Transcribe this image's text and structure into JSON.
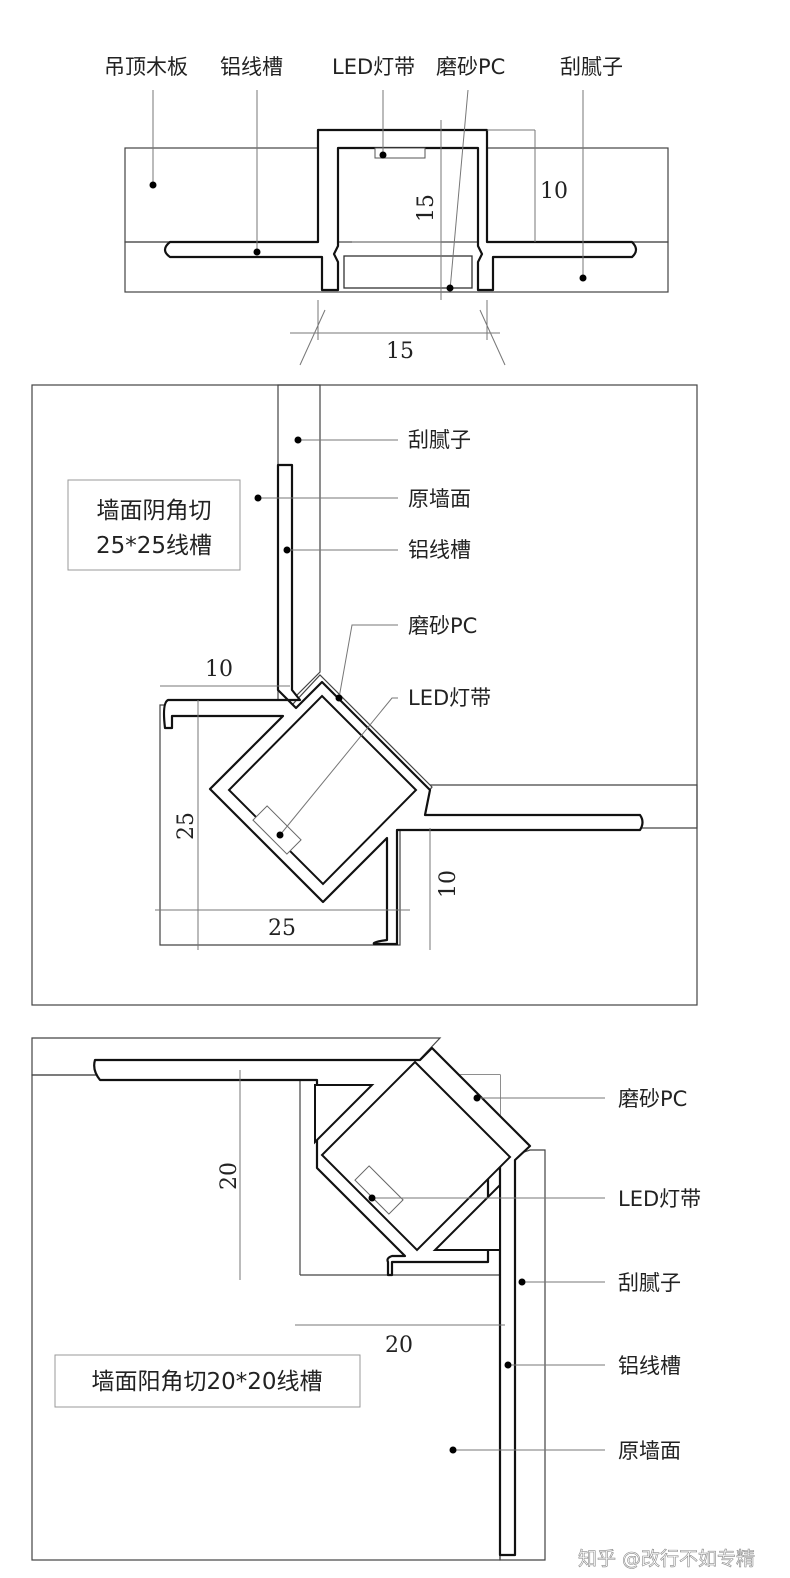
{
  "diagram1": {
    "labels": [
      "吊顶木板",
      "铝线槽",
      "LED灯带",
      "磨砂PC",
      "刮腻子"
    ],
    "dims": {
      "height": "15",
      "depth": "10",
      "width": "15"
    }
  },
  "diagram2": {
    "title_line1": "墙面阴角切",
    "title_line2": "25*25线槽",
    "labels": [
      "刮腻子",
      "原墙面",
      "铝线槽",
      "磨砂PC",
      "LED灯带"
    ],
    "dims": {
      "top": "10",
      "vertical": "25",
      "horizontal": "25",
      "right": "10"
    }
  },
  "diagram3": {
    "title": "墙面阳角切20*20线槽",
    "labels": [
      "磨砂PC",
      "LED灯带",
      "刮腻子",
      "铝线槽",
      "原墙面"
    ],
    "dims": {
      "vertical": "20",
      "horizontal": "20"
    }
  },
  "watermark": "知乎 @改行不如专精",
  "colors": {
    "line": "#111111",
    "hatch": "#888888",
    "speckle": "#555555"
  }
}
